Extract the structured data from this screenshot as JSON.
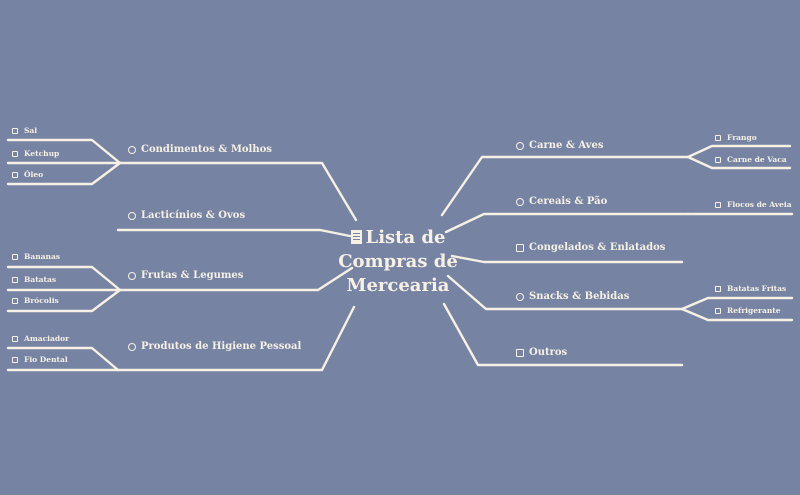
{
  "central": {
    "title": "Lista de Compras de Mercearia",
    "icon": "document-icon"
  },
  "left": [
    {
      "label": "Condimentos & Molhos",
      "children": [
        "Sal",
        "Ketchup",
        "Óleo"
      ]
    },
    {
      "label": "Lacticínios & Ovos",
      "children": []
    },
    {
      "label": "Frutas & Legumes",
      "children": [
        "Bananas",
        "Batatas",
        "Brócolis"
      ]
    },
    {
      "label": "Produtos de Higiene Pessoal",
      "children": [
        "Amaciador",
        "Fio Dental"
      ]
    }
  ],
  "right": [
    {
      "label": "Carne & Aves",
      "children": [
        "Frango",
        "Carne de Vaca"
      ]
    },
    {
      "label": "Cereais & Pão",
      "children": [
        "Flocos de Aveia"
      ]
    },
    {
      "label": "Congelados & Enlatados",
      "children": []
    },
    {
      "label": "Snacks & Bebidas",
      "children": [
        "Batatas Fritas",
        "Refrigerante"
      ]
    },
    {
      "label": "Outros",
      "children": []
    }
  ],
  "colors": {
    "background": "#7683a3",
    "line": "#f6f1e4",
    "text": "#f6f1e4"
  }
}
